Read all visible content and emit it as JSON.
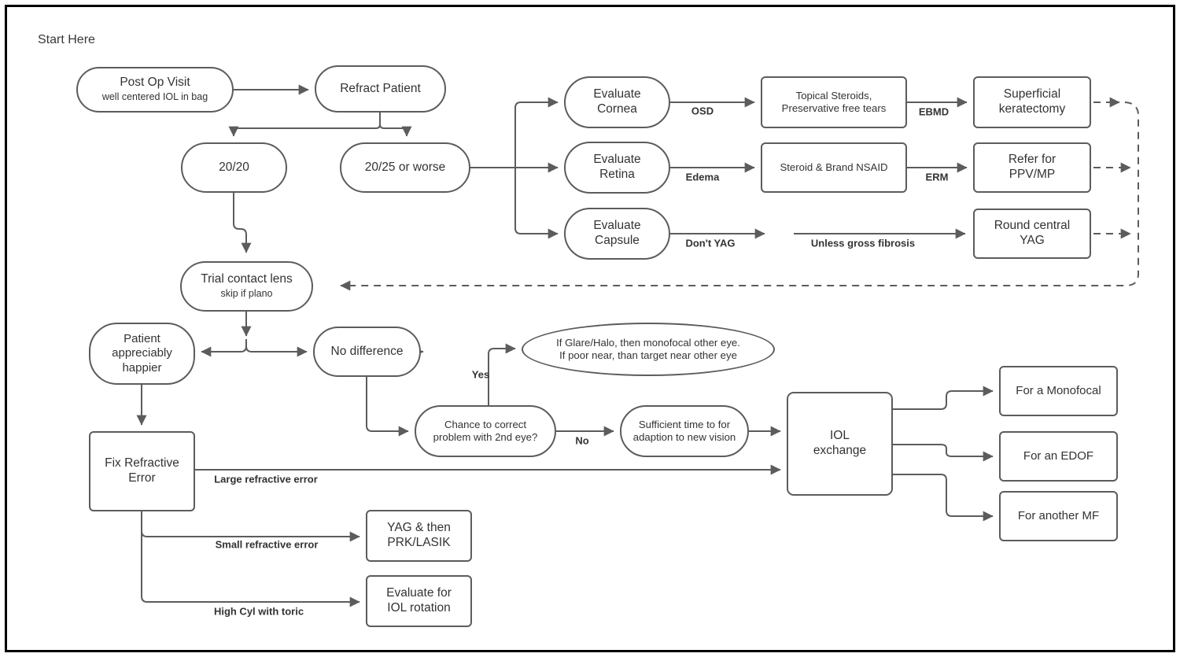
{
  "title": "Start Here",
  "colors": {
    "node_border": "#5c5c5c",
    "connector": "#5c5c5c",
    "text": "#333333",
    "frame": "#000000",
    "background": "#ffffff"
  },
  "nodes": {
    "post_op": {
      "line1": "Post Op Visit",
      "line2": "well centered IOL in bag"
    },
    "refract": {
      "label": "Refract Patient"
    },
    "v2020": {
      "label": "20/20"
    },
    "v2025": {
      "label": "20/25 or worse"
    },
    "eval_cornea": {
      "label": "Evaluate\nCornea"
    },
    "eval_retina": {
      "label": "Evaluate\nRetina"
    },
    "eval_capsule": {
      "label": "Evaluate\nCapsule"
    },
    "topical": {
      "label": "Topical Steroids,\nPreservative free tears"
    },
    "superficial": {
      "label": "Superficial\nkeratectomy"
    },
    "nsaid": {
      "label": "Steroid & Brand NSAID"
    },
    "refer": {
      "label": "Refer for\nPPV/MP"
    },
    "round_yag": {
      "label": "Round central\nYAG"
    },
    "trial": {
      "line1": "Trial contact lens",
      "line2": "skip if plano"
    },
    "happier": {
      "label": "Patient\nappreciably\nhappier"
    },
    "nodiff": {
      "label": "No difference"
    },
    "glare": {
      "label": "If Glare/Halo, then monofocal other eye.\nIf poor near, than target near other eye"
    },
    "chance": {
      "label": "Chance to correct\nproblem with 2nd eye?"
    },
    "sufficient": {
      "label": "Sufficient time to for\nadaption to new vision"
    },
    "iol": {
      "label": "IOL\nexchange"
    },
    "fix": {
      "label": "Fix Refractive\nError"
    },
    "mono": {
      "label": "For a Monofocal"
    },
    "edof": {
      "label": "For an EDOF"
    },
    "another": {
      "label": "For another MF"
    },
    "yag_prk": {
      "label": "YAG & then\nPRK/LASIK"
    },
    "rotation": {
      "label": "Evaluate for\nIOL rotation"
    }
  },
  "edge_labels": {
    "osd": "OSD",
    "ebmd": "EBMD",
    "edema": "Edema",
    "erm": "ERM",
    "dont_yag": "Don't YAG",
    "unless": "Unless gross fibrosis",
    "yes": "Yes",
    "no": "No",
    "large": "Large refractive error",
    "small": "Small refractive error",
    "high_cyl": "High Cyl with toric"
  }
}
